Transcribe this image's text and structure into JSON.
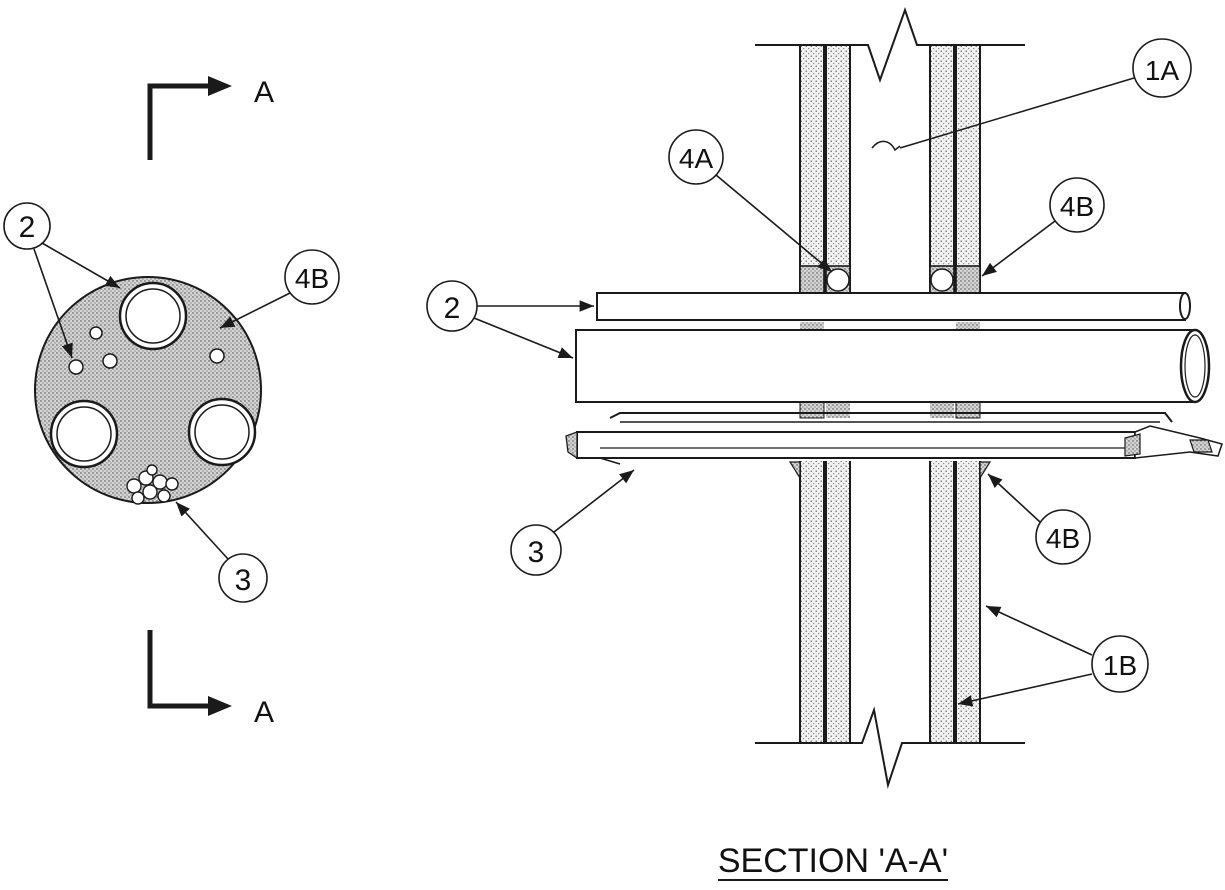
{
  "section_markers": {
    "top_letter": "A",
    "bottom_letter": "A"
  },
  "plan_view": {
    "callouts": {
      "pipes": "2",
      "seal": "4B",
      "cables": "3"
    }
  },
  "section_view": {
    "callouts": {
      "wall_void": "1A",
      "forming": "4A",
      "seal_top": "4B",
      "pipes": "2",
      "cables": "3",
      "seal_bottom": "4B",
      "wallboard": "1B"
    },
    "title": "SECTION 'A-A'"
  },
  "colors": {
    "line": "#1a1a1a",
    "fill_stipple": "#c8c8c8",
    "background": "#ffffff"
  }
}
